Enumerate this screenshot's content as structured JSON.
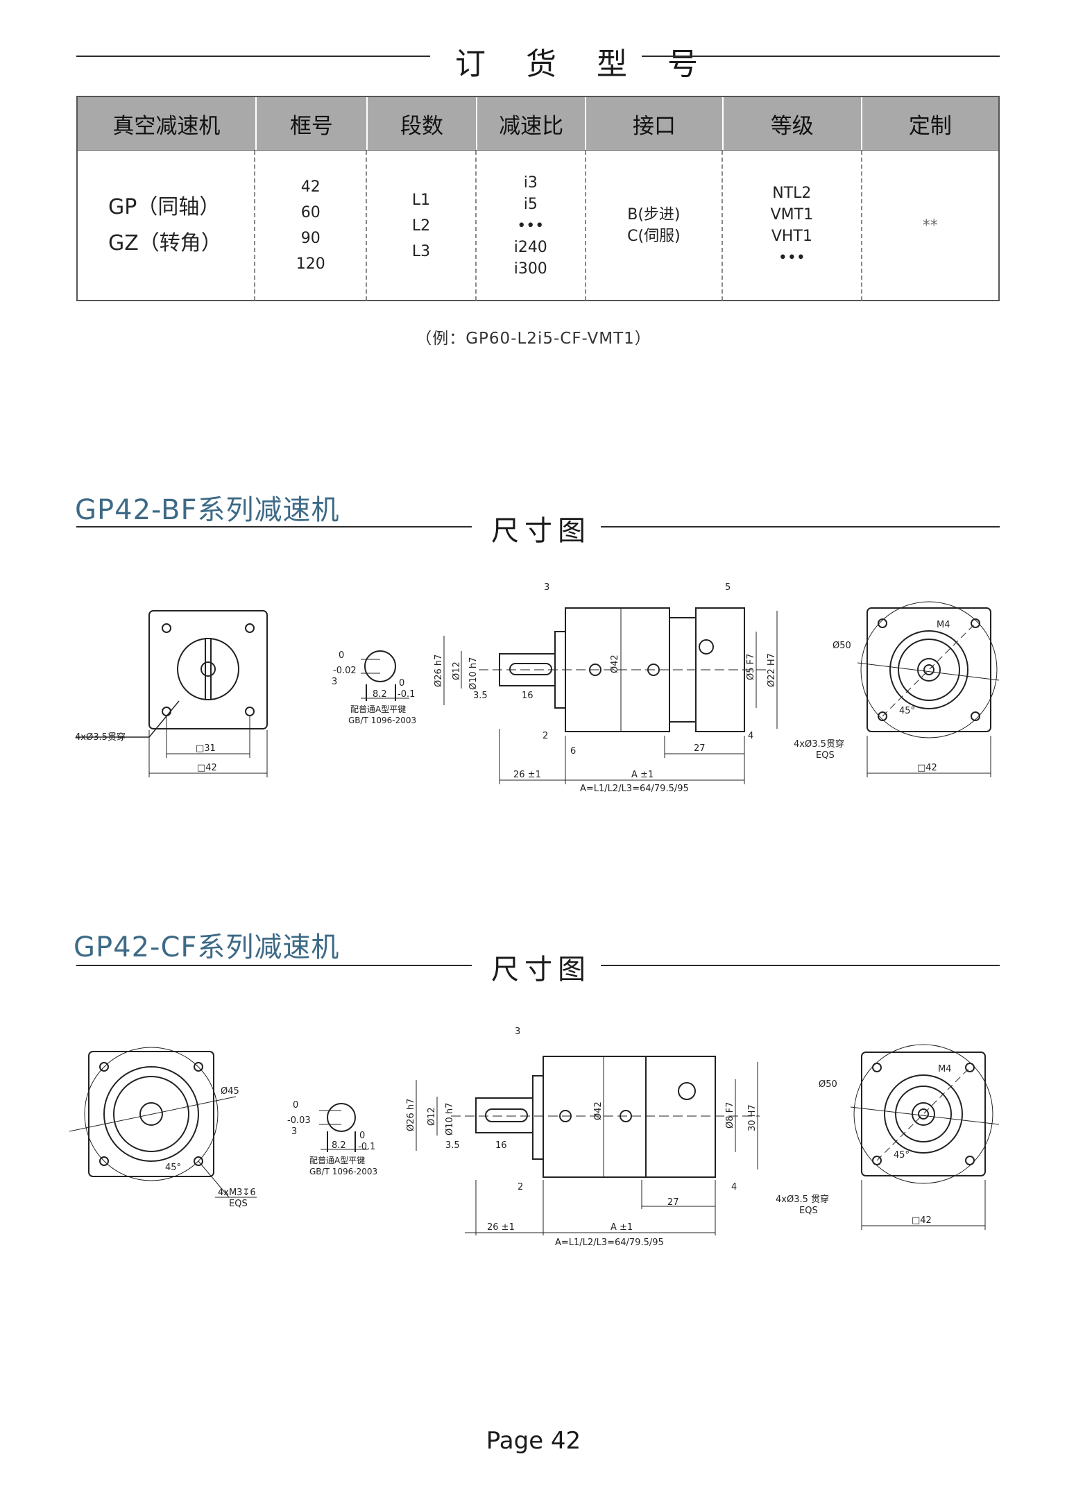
{
  "order": {
    "title": "订 货 型 号",
    "columns": [
      "真空减速机",
      "框号",
      "段数",
      "减速比",
      "接口",
      "等级",
      "定制"
    ],
    "cells": {
      "series": [
        "GP（同轴）",
        "GZ（转角）"
      ],
      "frame": [
        "42",
        "60",
        "90",
        "120"
      ],
      "stages": [
        "L1",
        "L2",
        "L3"
      ],
      "ratio": [
        "i3",
        "i5",
        "•••",
        "i240",
        "i300"
      ],
      "interface": [
        "B(步进)",
        "C(伺服)"
      ],
      "grade": [
        "NTL2",
        "VMT1",
        "VHT1",
        "•••"
      ],
      "custom": [
        "**"
      ]
    },
    "example": "（例：GP60-L2i5-CF-VMT1）"
  },
  "sections": [
    {
      "series_title": "GP42-BF系列减速机",
      "subtitle": "尺寸图",
      "labels": {
        "holes": "4xØ3.5贯穿",
        "sq31": "□31",
        "sq42": "□42",
        "key_dev_top": "0",
        "key_dev_bot": "-0.02",
        "key_3": "3",
        "key_82": "8.2",
        "key_82_dev0": "0",
        "key_82_dev": "-0.1",
        "key_note1": "配普通A型平键",
        "key_note2": "GB/T 1096-2003",
        "d26": "Ø26 h7",
        "d12": "Ø12",
        "d10": "Ø10 h7",
        "d42": "Ø42",
        "d5": "Ø5 F7",
        "d22": "Ø22 H7",
        "dim3": "3",
        "dim5": "5",
        "dim35": "3.5",
        "dim16": "16",
        "dim2": "2",
        "dim6": "6",
        "dim27": "27",
        "dim4": "4",
        "dim26": "26 ±1",
        "dimA": "A ±1",
        "formula": "A=L1/L2/L3=64/79.5/95",
        "d50": "Ø50",
        "m4": "M4",
        "deg45": "45°",
        "holes_r": "4xØ3.5贯穿",
        "eqs": "EQS",
        "sq42_r": "□42"
      }
    },
    {
      "series_title": "GP42-CF系列减速机",
      "subtitle": "尺寸图",
      "labels": {
        "d45": "Ø45",
        "deg45": "45°",
        "holes": "4xM3↧6",
        "eqs": "EQS",
        "key_dev_top": "0",
        "key_dev_bot": "-0.03",
        "key_3": "3",
        "key_82": "8.2",
        "key_82_dev0": "0",
        "key_82_dev": "-0.1",
        "key_note1": "配普通A型平键",
        "key_note2": "GB/T 1096-2003",
        "d26": "Ø26 h7",
        "d12": "Ø12",
        "d10": "Ø10 h7",
        "d42": "Ø42",
        "d8": "Ø8 F7",
        "d30": "30 H7",
        "dim3": "3",
        "dim35": "3.5",
        "dim16": "16",
        "dim2": "2",
        "dim27": "27",
        "dim4": "4",
        "dim26": "26 ±1",
        "dimA": "A ±1",
        "formula": "A=L1/L2/L3=64/79.5/95",
        "d50": "Ø50",
        "m4": "M4",
        "deg45_r": "45°",
        "holes_r": "4xØ3.5 贯穿",
        "eqs_r": "EQS",
        "sq42_r": "□42"
      }
    }
  ],
  "page": "Page 42"
}
